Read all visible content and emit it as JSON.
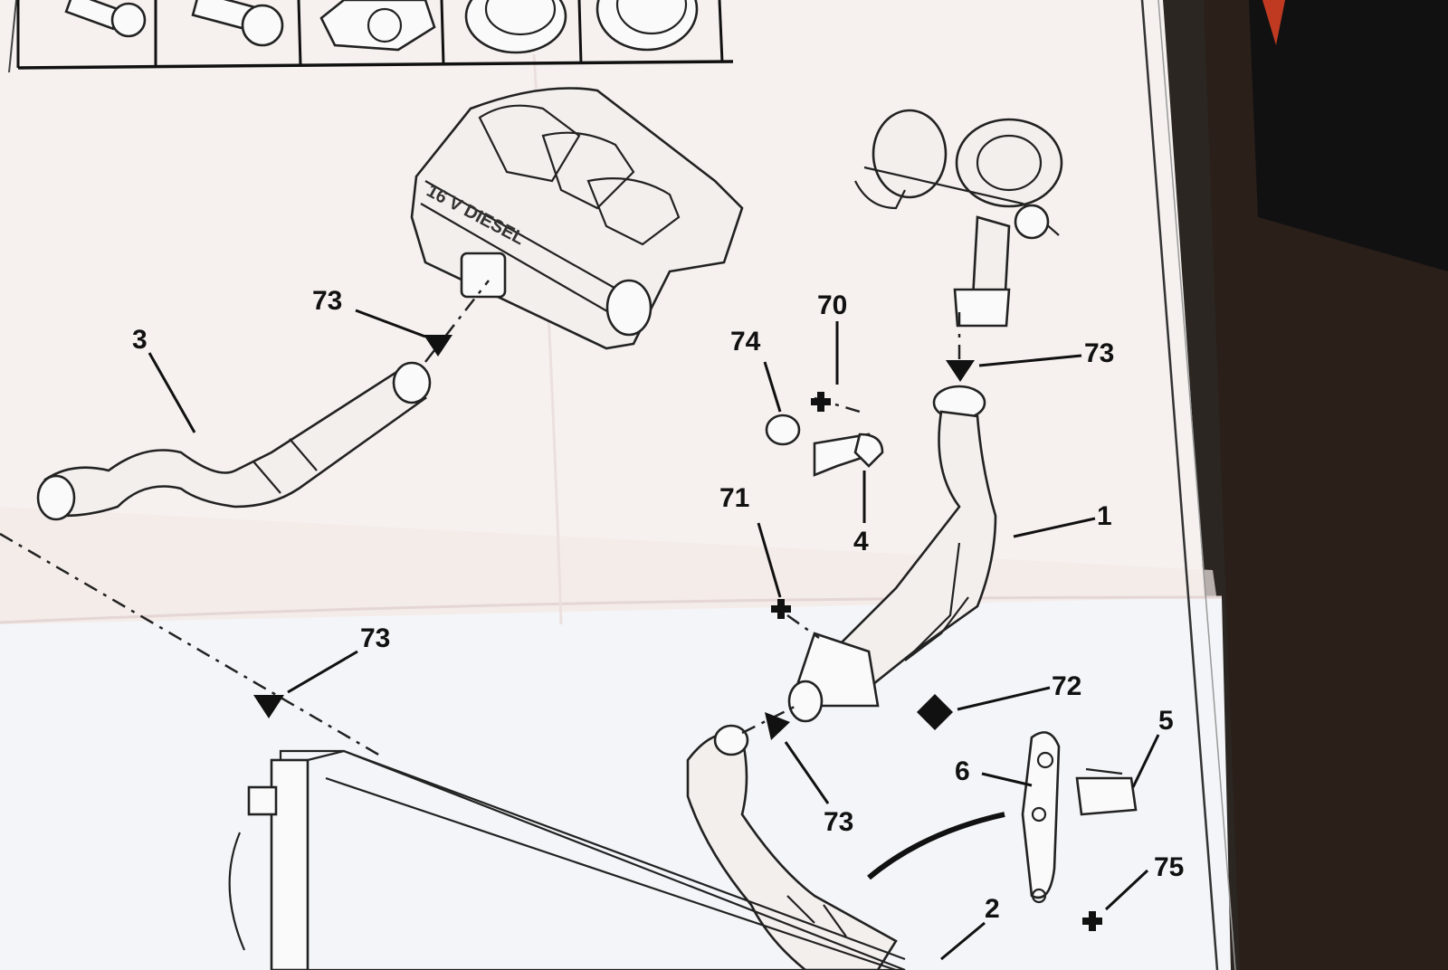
{
  "diagram": {
    "callouts": [
      {
        "id": "c73a",
        "text": "73"
      },
      {
        "id": "c3",
        "text": "3"
      },
      {
        "id": "c70",
        "text": "70"
      },
      {
        "id": "c74",
        "text": "74"
      },
      {
        "id": "c73b",
        "text": "73"
      },
      {
        "id": "c71",
        "text": "71"
      },
      {
        "id": "c4",
        "text": "4"
      },
      {
        "id": "c1",
        "text": "1"
      },
      {
        "id": "c73c",
        "text": "73"
      },
      {
        "id": "c72",
        "text": "72"
      },
      {
        "id": "c5",
        "text": "5"
      },
      {
        "id": "c6",
        "text": "6"
      },
      {
        "id": "c73d",
        "text": "73"
      },
      {
        "id": "c75",
        "text": "75"
      },
      {
        "id": "c2",
        "text": "2"
      }
    ],
    "manifold_lettering": "16 V DIESEL",
    "colors": {
      "paper": "#f6f1ef",
      "paper_fold": "#f1e8e6",
      "paper_lower": "#f4f5f8",
      "ink": "#111111",
      "background_table": "#2a2420"
    }
  }
}
